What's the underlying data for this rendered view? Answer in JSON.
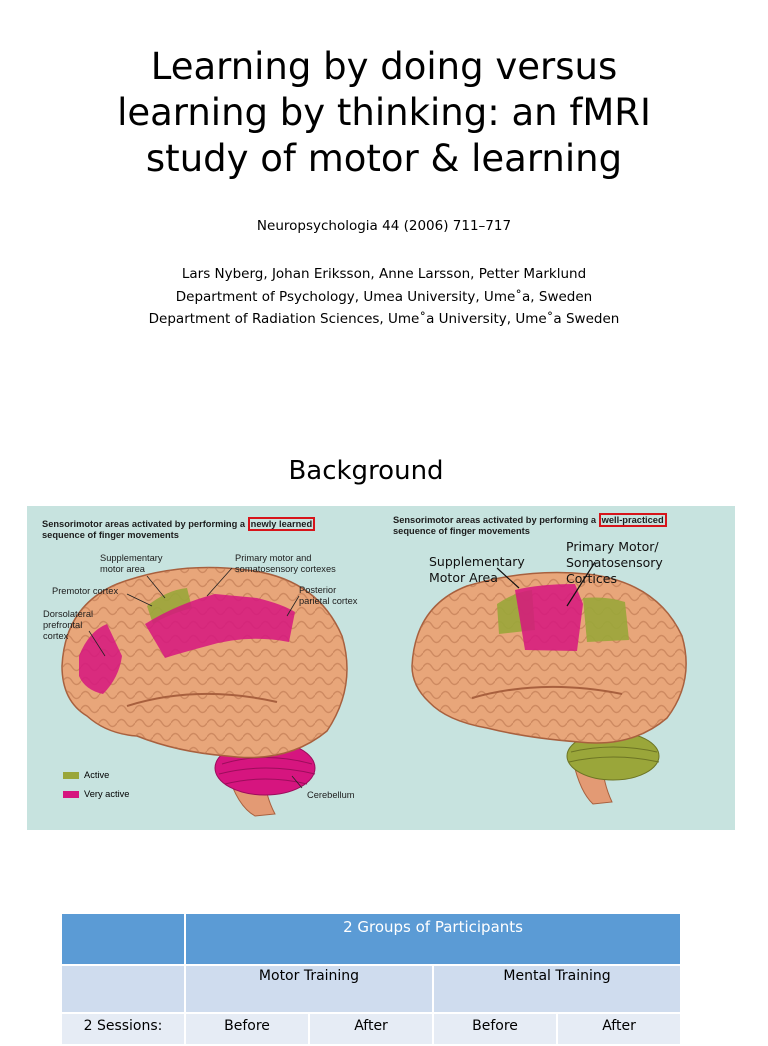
{
  "slide": {
    "title_lines": [
      "Learning by doing versus",
      "learning by thinking: an fMRI",
      "study of motor & learning"
    ],
    "citation": "Neuropsychologia 44 (2006) 711–717",
    "authors": "Lars Nyberg, Johan Eriksson, Anne Larsson, Petter Marklund",
    "affiliation_1": "Department of Psychology, Umea University, Ume˚a, Sweden",
    "affiliation_2": "Department of Radiation Sciences, Ume˚a University, Ume˚a Sweden",
    "section_heading": "Background"
  },
  "figure": {
    "left_caption_pre": "Sensorimotor areas activated by performing a ",
    "left_caption_highlight": "newly learned",
    "left_caption_post": "sequence of finger movements",
    "right_caption_pre": "Sensorimotor areas activated by performing a ",
    "right_caption_highlight": "well-practiced",
    "right_caption_post": "sequence of finger movements",
    "left_labels": {
      "supplementary_motor": [
        "Supplementary",
        "motor area"
      ],
      "primary_motor": [
        "Primary motor and",
        "somatosensory cortexes"
      ],
      "premotor": "Premotor cortex",
      "posterior_parietal": [
        "Posterior",
        "parietal cortex"
      ],
      "dorsolateral": [
        "Dorsolateral",
        "prefrontal",
        "cortex"
      ],
      "cerebellum": "Cerebellum"
    },
    "right_labels": {
      "supplementary_motor": [
        "Supplementary",
        "Motor Area"
      ],
      "primary_motor": [
        "Primary Motor/",
        "Somatosensory",
        "Cortices"
      ]
    },
    "legend": [
      {
        "label": "Active",
        "color": "#9aa63a"
      },
      {
        "label": "Very active",
        "color": "#d6157f"
      }
    ],
    "colors": {
      "background": "#c7e3df",
      "brain": "#e8a67a",
      "active": "#9aa63a",
      "very_active": "#d6157f",
      "highlight_box": "#d7141a"
    }
  },
  "table": {
    "header": {
      "corner": "",
      "groups": "2 Groups of Participants"
    },
    "training": {
      "corner": "",
      "motor": "Motor Training",
      "mental": "Mental Training"
    },
    "sessions": {
      "label": "2 Sessions:",
      "c1": "Before",
      "c2": "After",
      "c3": "Before",
      "c4": "After"
    },
    "header_color": "#5b9bd5"
  }
}
